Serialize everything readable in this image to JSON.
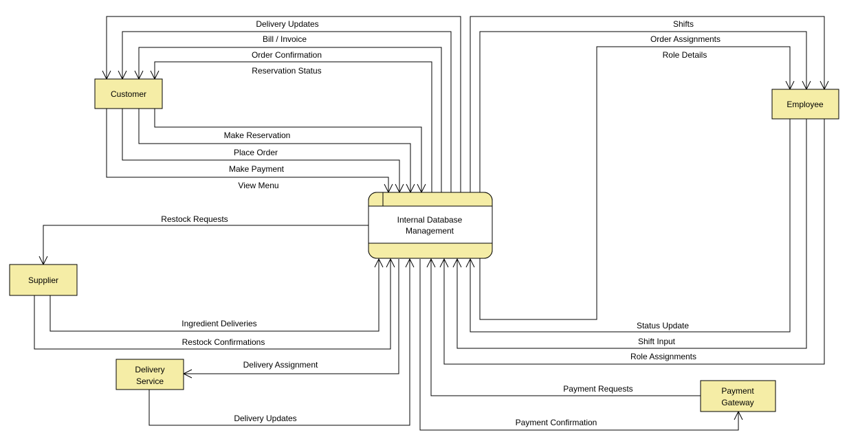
{
  "entities": {
    "customer": "Customer",
    "employee": "Employee",
    "supplier": "Supplier",
    "delivery_line1": "Delivery",
    "delivery_line2": "Service",
    "payment_line1": "Payment",
    "payment_line2": "Gateway"
  },
  "store": {
    "line1": "Internal Database",
    "line2": "Management"
  },
  "flows": {
    "delivery_updates_top": "Delivery Updates",
    "bill_invoice": "Bill / Invoice",
    "order_confirmation": "Order Confirmation",
    "reservation_status": "Reservation Status",
    "make_reservation": "Make Reservation",
    "place_order": "Place Order",
    "make_payment": "Make Payment",
    "view_menu": "View Menu",
    "shifts": "Shifts",
    "order_assignments": "Order Assignments",
    "role_details": "Role Details",
    "restock_requests": "Restock Requests",
    "ingredient_deliveries": "Ingredient Deliveries",
    "restock_confirmations": "Restock Confirmations",
    "delivery_assignment": "Delivery Assignment",
    "delivery_updates_bottom": "Delivery Updates",
    "status_update": "Status Update",
    "shift_input": "Shift Input",
    "role_assignments": "Role Assignments",
    "payment_requests": "Payment Requests",
    "payment_confirmation": "Payment Confirmation"
  }
}
